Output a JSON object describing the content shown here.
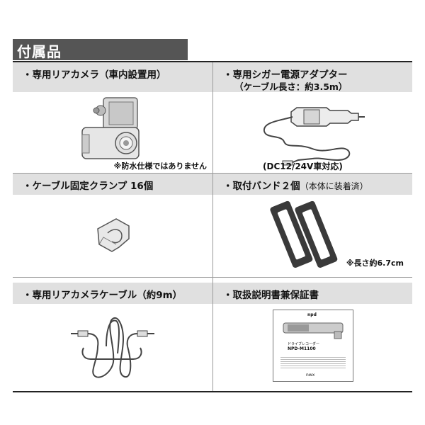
{
  "section_title": "付属品",
  "items": [
    {
      "label": "・専用リアカメラ（車内設置用）",
      "note": "※防水仕様ではありません"
    },
    {
      "label": "・専用シガー電源アダプター",
      "sublabel": "（ケーブル長さ：約3.5m）",
      "note": "(DC12/24V車対応)"
    },
    {
      "label": "・ケーブル固定クランプ 16個"
    },
    {
      "label": "・取付バンド２個",
      "label_extra": "（本体に装着済）",
      "note": "※長さ約6.7cm"
    },
    {
      "label": "・専用リアカメラケーブル（約9m）"
    },
    {
      "label": "・取扱説明書兼保証書",
      "manual": {
        "brand": "npd",
        "model": "NPD-M1100",
        "subtitle": "ドライブレコーダー",
        "maker": "nwx"
      }
    }
  ],
  "colors": {
    "header_bg": "#e0e0e0",
    "title_bg": "#555555",
    "title_text": "#ffffff",
    "border": "#999999"
  }
}
